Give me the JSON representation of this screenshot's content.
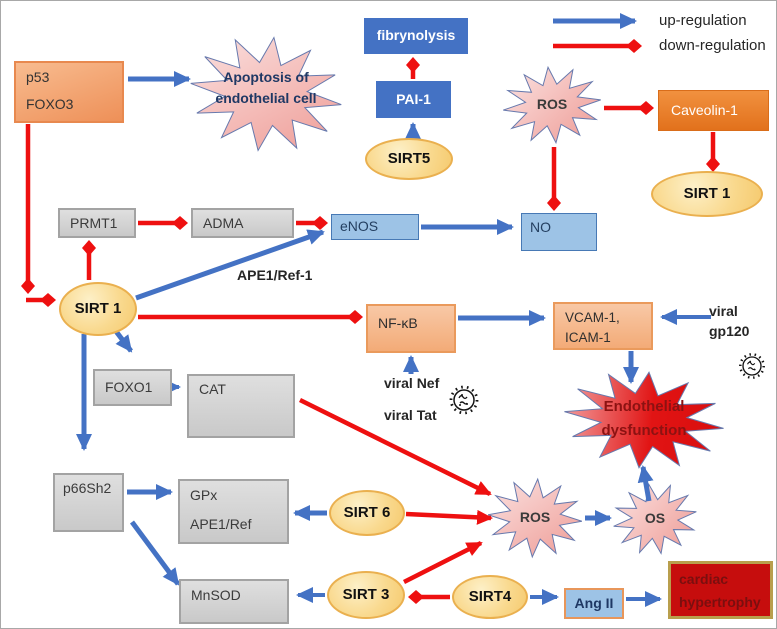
{
  "legend": {
    "up_label": "up-regulation",
    "down_label": "down-regulation",
    "up_color": "#4472c4",
    "down_color": "#ee1010"
  },
  "nodes": {
    "p53": {
      "line1": "p53",
      "line2": "FOXO3"
    },
    "apoptosis": {
      "line1": "Apoptosis of",
      "line2": "endothelial cell"
    },
    "fibrynolysis": "fibrynolysis",
    "pai1": "PAI-1",
    "sirt5": "SIRT5",
    "ros_top": "ROS",
    "caveolin1": "Caveolin-1",
    "sirt1_right": "SIRT 1",
    "prmt1": "PRMT1",
    "adma": "ADMA",
    "enos": "eNOS",
    "no": "NO",
    "ape1ref1_label": "APE1/Ref-1",
    "sirt1_left": "SIRT 1",
    "nfkb": "NF-κB",
    "vcam": {
      "line1": "VCAM-1,",
      "line2": "ICAM-1"
    },
    "viral_gp120": {
      "line1": "viral",
      "line2": "gp120"
    },
    "foxo1": "FOXO1",
    "cat": "CAT",
    "viral_nef": "viral Nef",
    "viral_tat": "viral Tat",
    "endothelial_dysfunction": {
      "line1": "Endothelial",
      "line2": "dysfunction"
    },
    "p66sh2": "p66Sh2",
    "gpx": {
      "line1": "GPx",
      "line2": "APE1/Ref"
    },
    "sirt6": "SIRT 6",
    "ros_bottom": "ROS",
    "os": "OS",
    "mnsod": "MnSOD",
    "sirt3": "SIRT 3",
    "sirt4": "SIRT4",
    "angii": "Ang II",
    "cardiac": {
      "line1": "cardiac",
      "line2": "hypertrophy"
    }
  }
}
